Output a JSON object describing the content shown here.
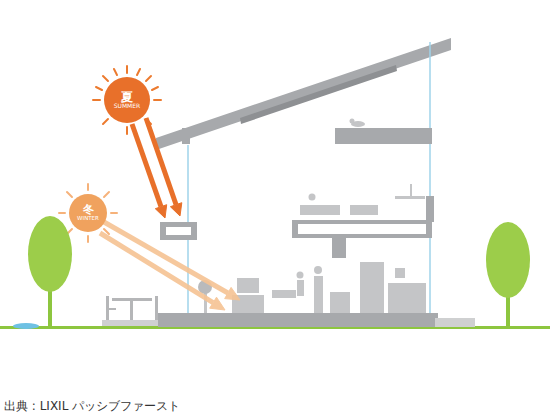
{
  "diagram": {
    "caption": "出典 : LIXIL パッシブファースト",
    "nodes": [
      {
        "text": [
          "夏",
          "SUMMER"
        ]
      },
      {
        "text": [
          "冬",
          "WINTER"
        ]
      }
    ]
  }
}
